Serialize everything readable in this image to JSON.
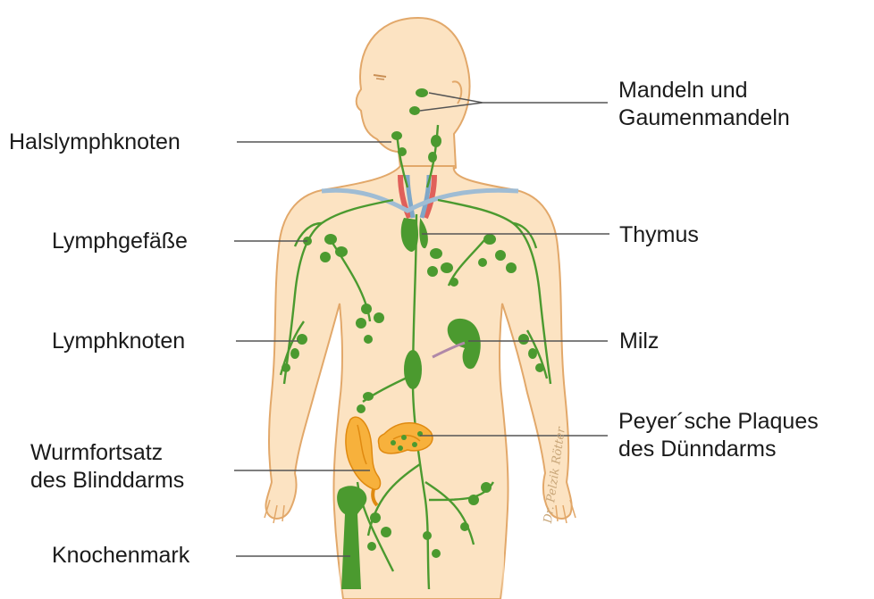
{
  "labels": {
    "mandeln": [
      "Mandeln und",
      "Gaumenmandeln"
    ],
    "halslymphknoten": "Halslymphknoten",
    "lymphgefaesse": "Lymphgefäße",
    "thymus": "Thymus",
    "lymphknoten": "Lymphknoten",
    "milz": "Milz",
    "peyer": [
      "Peyer´sche Plaques",
      "des Dünndarms"
    ],
    "wurmfortsatz": [
      "Wurmfortsatz",
      "des Blinddarms"
    ],
    "knochenmark": "Knochenmark"
  },
  "signature": "Dr. Pelzik Rötter",
  "colors": {
    "skin": "#fce3c2",
    "skin_outline": "#e2a86a",
    "lymph_green": "#4b9a2f",
    "lymph_dark": "#3c7f25",
    "intestine_orange": "#f7b13c",
    "leader_line": "#555555"
  }
}
